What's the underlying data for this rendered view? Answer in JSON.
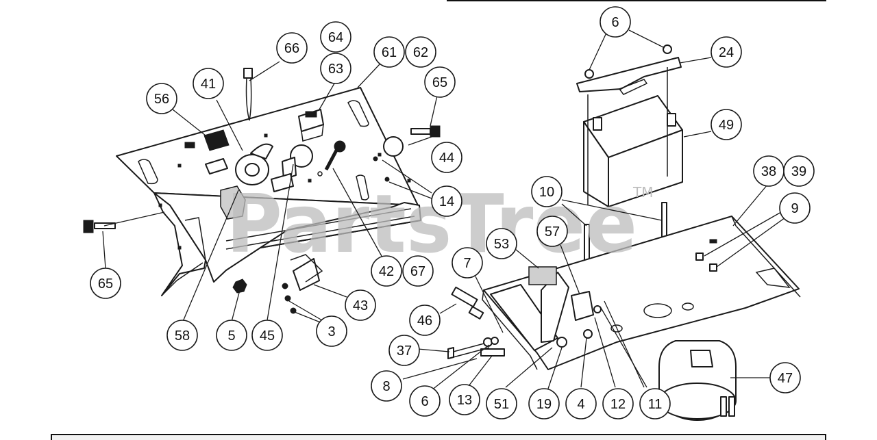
{
  "watermark": {
    "text": "PartsTree",
    "trademark": "TM"
  },
  "callouts": [
    {
      "n": "66"
    },
    {
      "n": "64"
    },
    {
      "n": "61"
    },
    {
      "n": "62"
    },
    {
      "n": "63"
    },
    {
      "n": "41"
    },
    {
      "n": "56"
    },
    {
      "n": "65"
    },
    {
      "n": "44"
    },
    {
      "n": "14"
    },
    {
      "n": "42"
    },
    {
      "n": "67"
    },
    {
      "n": "43"
    },
    {
      "n": "3"
    },
    {
      "n": "5"
    },
    {
      "n": "45"
    },
    {
      "n": "58"
    },
    {
      "n": "65"
    },
    {
      "n": "6"
    },
    {
      "n": "24"
    },
    {
      "n": "49"
    },
    {
      "n": "38"
    },
    {
      "n": "39"
    },
    {
      "n": "9"
    },
    {
      "n": "10"
    },
    {
      "n": "57"
    },
    {
      "n": "53"
    },
    {
      "n": "7"
    },
    {
      "n": "46"
    },
    {
      "n": "37"
    },
    {
      "n": "8"
    },
    {
      "n": "6"
    },
    {
      "n": "13"
    },
    {
      "n": "51"
    },
    {
      "n": "19"
    },
    {
      "n": "4"
    },
    {
      "n": "12"
    },
    {
      "n": "11"
    },
    {
      "n": "47"
    }
  ]
}
